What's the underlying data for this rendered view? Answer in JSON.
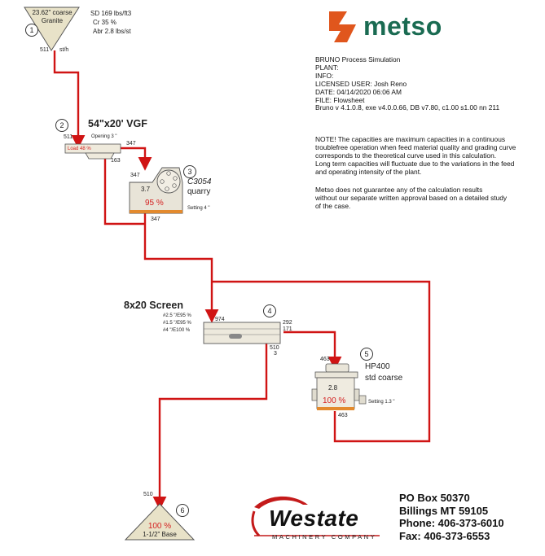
{
  "feed": {
    "number": "1",
    "title": "23.62\" coarse",
    "material": "Granite",
    "props": [
      "SD 169 lbs/ft3",
      "Cr 35 %",
      "Abr 2.8 lbs/st"
    ],
    "rate": "511",
    "rate_unit": "st/h"
  },
  "vgf": {
    "number": "2",
    "title": "54\"x20' VGF",
    "opening": "Opening 3 \"",
    "load": "Load 48 %",
    "in_flow": "511",
    "over_flow": "347",
    "under_flow": "163"
  },
  "jaw": {
    "number": "3",
    "model": "C3054",
    "type": "quarry",
    "ratio": "3.7",
    "load": "95 %",
    "setting": "Setting 4 \"",
    "in_flow": "347",
    "out_flow": "347"
  },
  "screen": {
    "number": "4",
    "title": "8x20 Screen",
    "decks": [
      "#2.5 \"/E95 %",
      "#1.5 \"/E95 %",
      "#4 \"/E100 %"
    ],
    "in_flow": "974",
    "out_top": "292",
    "out_mid": "171",
    "out_bottom": "510",
    "out_bottom_small": "3"
  },
  "cone": {
    "number": "5",
    "model": "HP400",
    "type": "std coarse",
    "ratio": "2.8",
    "load": "100 %",
    "setting": "Setting 1.3 \"",
    "in_flow": "463",
    "out_flow": "463"
  },
  "product": {
    "number": "6",
    "rate": "510",
    "load": "100 %",
    "name": "1-1/2\" Base"
  },
  "metso": {
    "wordmark": "metso",
    "info": [
      "BRUNO Process Simulation",
      "PLANT:",
      "INFO:",
      "LICENSED USER: Josh Reno",
      "DATE: 04/14/2020 06:06 AM",
      "FILE: Flowsheet",
      "Bruno v 4.1.0.8, exe v4.0.0.66, DB v7.80, c1.00 s1.00 nn 211"
    ],
    "note": [
      "NOTE! The capacities are maximum capacities in a continuous",
      "troublefree operation when feed material quality and grading curve",
      "corresponds to the theoretical curve used in this calculation.",
      "Long term capacities will fluctuate due to the variations in the feed",
      "and operating intensity of the plant."
    ],
    "disclaimer": [
      "Metso does not guarantee any of the calculation results",
      "without our separate written approval based on a detailed study",
      "of the case."
    ]
  },
  "westate": {
    "name": "Westate",
    "tagline": "MACHINERY COMPANY",
    "address": [
      "PO Box 50370",
      "Billings MT 59105",
      "Phone: 406-373-6010",
      "Fax: 406-373-6553"
    ]
  },
  "colors": {
    "flow_line": "#d01414",
    "metso_green": "#1a6b52",
    "metso_orange": "#e0561d",
    "westate_red": "#c41a1a"
  }
}
